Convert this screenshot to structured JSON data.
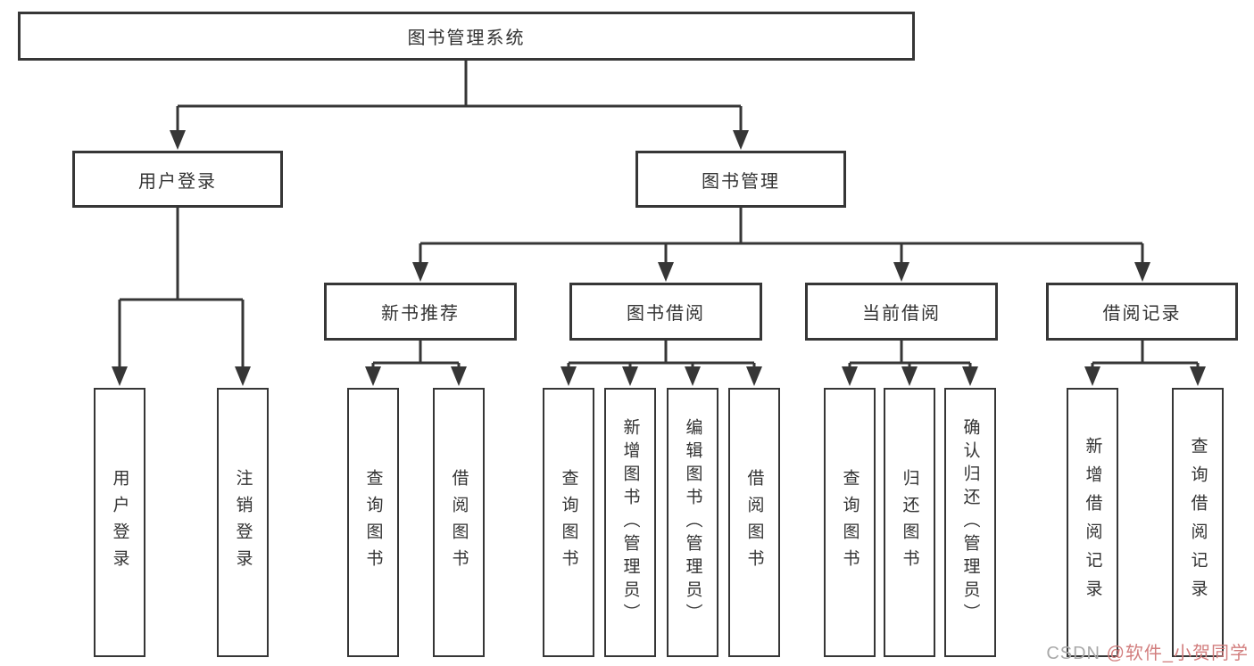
{
  "nodes": {
    "root": "图书管理系统",
    "l1": [
      "用户登录",
      "图书管理"
    ],
    "l2": [
      "新书推荐",
      "图书借阅",
      "当前借阅",
      "借阅记录"
    ],
    "leaves": {
      "a": [
        "用户登录",
        "注销登录"
      ],
      "b": [
        "查询图书",
        "借阅图书"
      ],
      "c": [
        "查询图书",
        "新增图书（管理员）",
        "编辑图书（管理员）",
        "借阅图书"
      ],
      "d": [
        "查询图书",
        "归还图书",
        "确认归还（管理员）"
      ],
      "e": [
        "新增借阅记录",
        "查询借阅记录"
      ]
    }
  },
  "watermark": {
    "brand": "CSDN ",
    "handle": "@软件_小贺同学"
  },
  "colors": {
    "line": "#363636",
    "text": "#333333",
    "background": "#ffffff",
    "watermark_brand": "#a9a9a9",
    "watermark_handle": "#d27e7e"
  }
}
